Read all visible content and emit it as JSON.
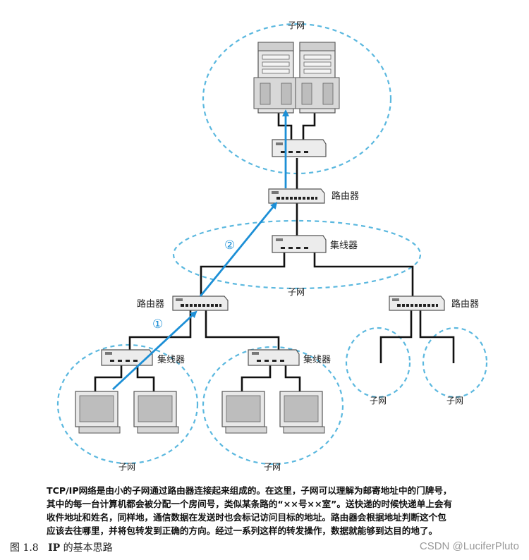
{
  "diagram": {
    "labels": {
      "subnet": "子网",
      "router": "路由器",
      "hub": "集线器",
      "step1": "①",
      "step2": "②"
    }
  },
  "caption": {
    "lines": [
      "TCP/IP网络是由小的子网通过路由器连接起来组成的。在这里，子网可以理解为邮寄地址中的门牌号，",
      "其中的每一台计算机都会被分配一个房间号，类似某条路的“××号××室”。送快递的时候快递单上会有",
      "收件地址和姓名，同样地，通信数据在发送时也会标记访问目标的地址。路由器会根据地址判断这个包",
      "应该去往哪里，并将包转发到正确的方向。经过一系列这样的转发操作，数据就能够到达目的地了。"
    ],
    "figure_number": "图 1.8",
    "figure_title_bold": "IP",
    "figure_title_rest": " 的基本思路"
  },
  "watermark": "CSDN @LuciferPluto"
}
